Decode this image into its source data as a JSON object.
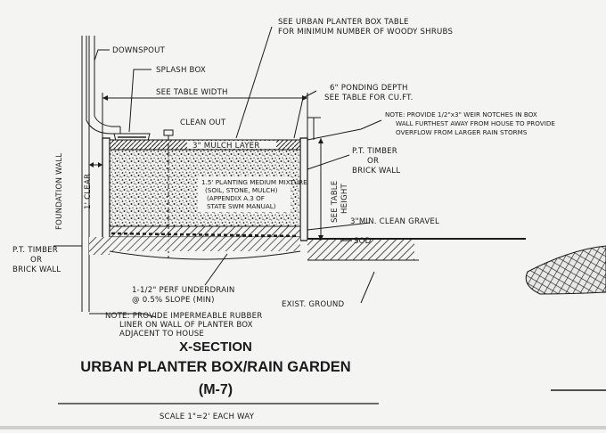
{
  "labels": {
    "downspout": "DOWNSPOUT",
    "splash_box": "SPLASH BOX",
    "see_table_width": "SEE TABLE WIDTH",
    "clean_out": "CLEAN OUT",
    "mulch_layer": "3\" MULCH LAYER",
    "foundation_wall": "FOUNDATION WALL",
    "clear": "1' CLEAR",
    "planting_medium": [
      "1.5' PLANTING MEDIUM MIXTURE",
      "(SOIL, STONE, MULCH)",
      "(APPENDIX A.3 OF",
      "STATE SWM MANUAL)"
    ],
    "shrub_note": [
      "SEE URBAN PLANTER BOX TABLE",
      "FOR MINIMUM NUMBER OF WOODY SHRUBS"
    ],
    "ponding": [
      "6\" PONDING DEPTH",
      "SEE TABLE FOR CU.FT."
    ],
    "weir_note": [
      "NOTE: PROVIDE 1/2\"x3\" WEIR NOTCHES IN BOX",
      "WALL FURTHEST AWAY FROM HOUSE TO PROVIDE",
      "OVERFLOW FROM LARGER RAIN STORMS"
    ],
    "pt_timber_right": [
      "P.T. TIMBER",
      "OR",
      "BRICK WALL"
    ],
    "see_table_height": [
      "SEE TABLE",
      "HEIGHT"
    ],
    "clean_gravel": "3\"MIN. CLEAN GRAVEL",
    "sod": "SOD",
    "pt_timber_left": [
      "P.T. TIMBER",
      "OR",
      "BRICK WALL"
    ],
    "underdrain": [
      "1-1/2\" PERF UNDERDRAIN",
      "@ 0.5% SLOPE (MIN)"
    ],
    "exist_ground": "EXIST. GROUND",
    "liner_note": [
      "NOTE: PROVIDE IMPERMEABLE RUBBER",
      "LINER ON WALL OF PLANTER BOX",
      "ADJACENT TO HOUSE"
    ]
  },
  "title": {
    "line1": "X-SECTION",
    "line2": "URBAN PLANTER BOX/RAIN GARDEN",
    "line3": "(M-7)",
    "scale": "SCALE 1\"=2' EACH WAY"
  }
}
